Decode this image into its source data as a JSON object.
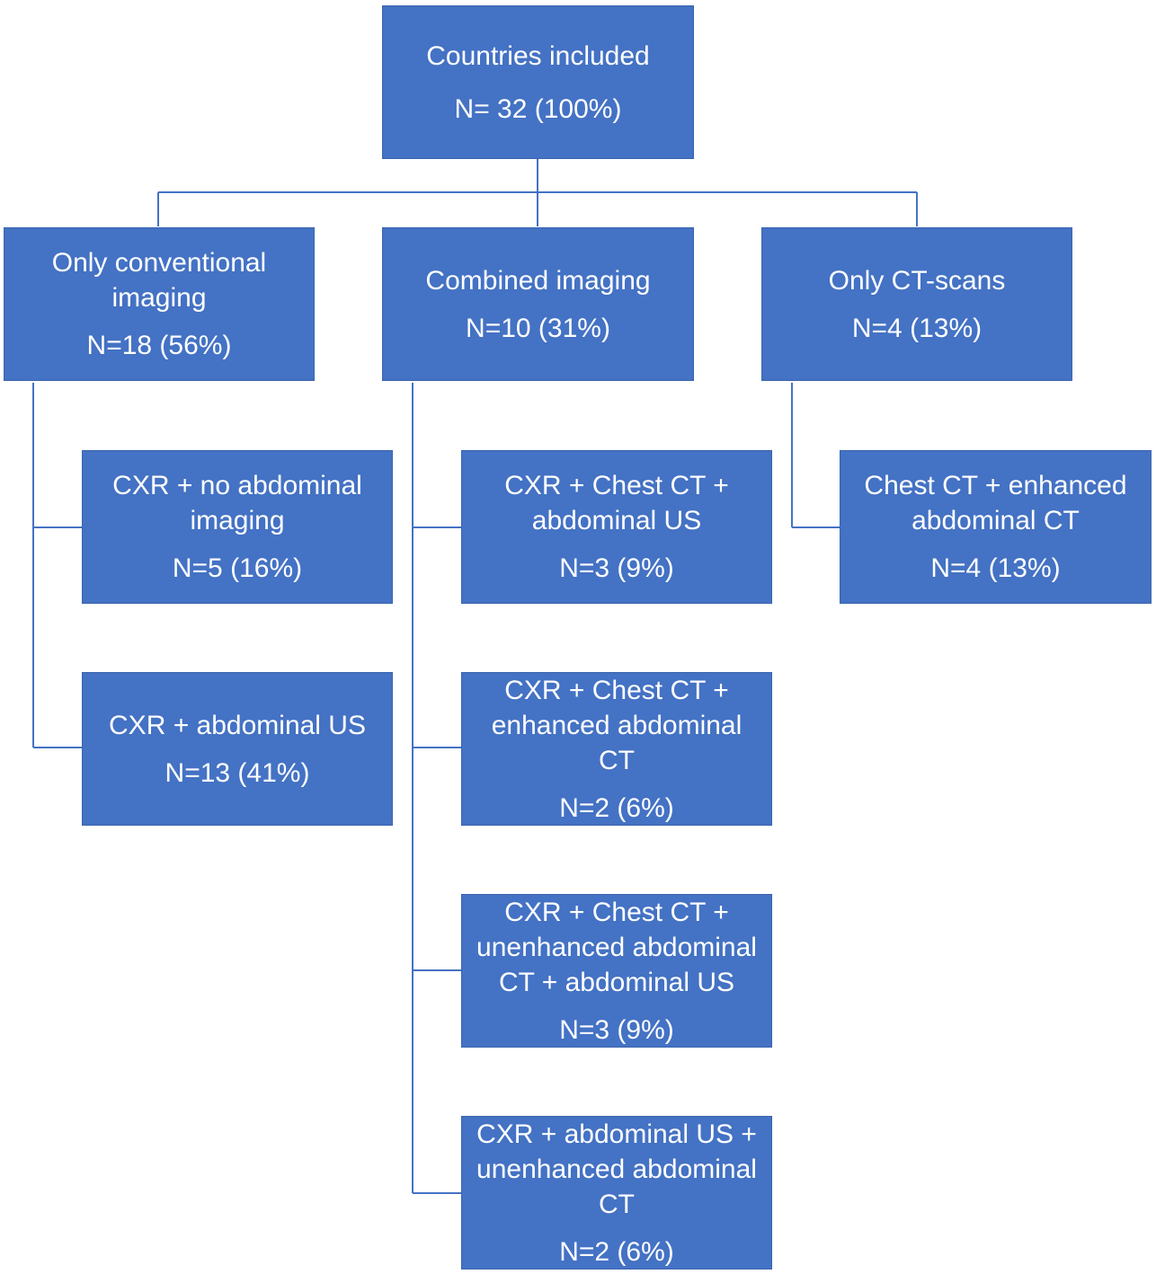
{
  "colors": {
    "box_fill": "#4472c4",
    "box_text": "#ffffff",
    "connector": "#4472c4",
    "background": "#ffffff"
  },
  "root": {
    "title": "Countries included",
    "count": "N= 32 (100%)"
  },
  "groups": [
    {
      "title": "Only conventional imaging",
      "count": "N=18 (56%)",
      "children": [
        {
          "title": "CXR + no abdominal imaging",
          "count": "N=5 (16%)"
        },
        {
          "title": "CXR + abdominal US",
          "count": "N=13 (41%)"
        }
      ]
    },
    {
      "title": "Combined imaging",
      "count": "N=10 (31%)",
      "children": [
        {
          "title": "CXR + Chest CT + abdominal US",
          "count": "N=3 (9%)"
        },
        {
          "title": "CXR + Chest CT + enhanced abdominal CT",
          "count": "N=2 (6%)"
        },
        {
          "title": "CXR + Chest CT + unenhanced abdominal CT + abdominal US",
          "count": "N=3 (9%)"
        },
        {
          "title": "CXR + abdominal US + unenhanced abdominal CT",
          "count": "N=2 (6%)"
        }
      ]
    },
    {
      "title": "Only CT-scans",
      "count": "N=4 (13%)",
      "children": [
        {
          "title": "Chest CT + enhanced abdominal CT",
          "count": "N=4 (13%)"
        }
      ]
    }
  ]
}
